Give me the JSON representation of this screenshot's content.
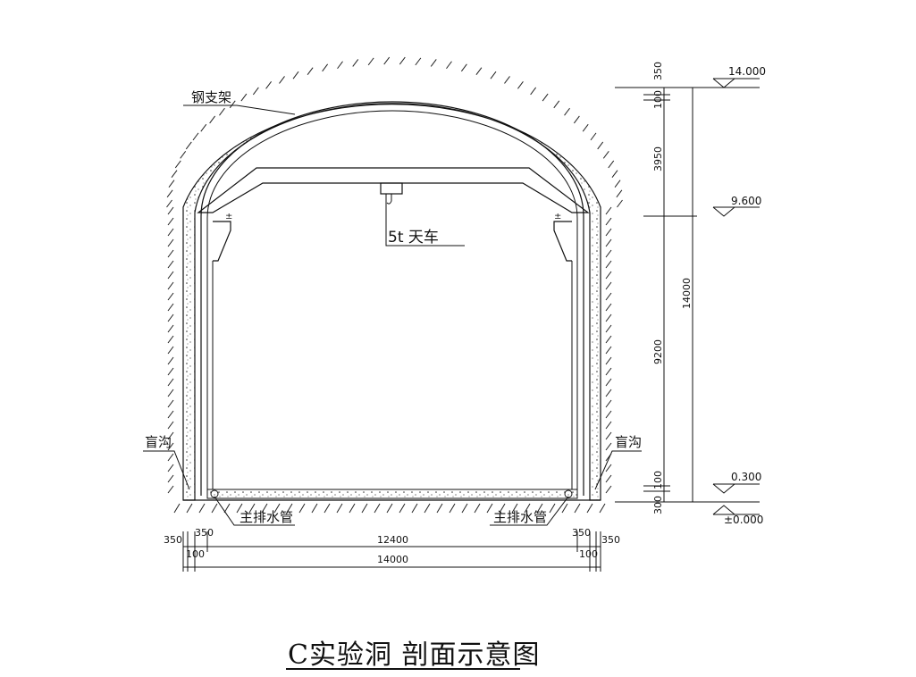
{
  "drawing": {
    "title": "C实验洞 剖面示意图",
    "labels": {
      "steel_support": "钢支架",
      "crane": "5t 天车",
      "blind_ditch_left": "盲沟",
      "blind_ditch_right": "盲沟",
      "main_drain_left": "主排水管",
      "main_drain_right": "主排水管"
    },
    "elevations": [
      "14.000",
      "9.600",
      "0.300",
      "±0.000"
    ],
    "vertical_dims": [
      "350",
      "100",
      "3950",
      "9200",
      "14000",
      "100",
      "300"
    ],
    "horizontal_dims_top": [
      "350",
      "350",
      "12400",
      "350",
      "350"
    ],
    "horizontal_dims_bottom": [
      "100",
      "14000",
      "100"
    ]
  }
}
